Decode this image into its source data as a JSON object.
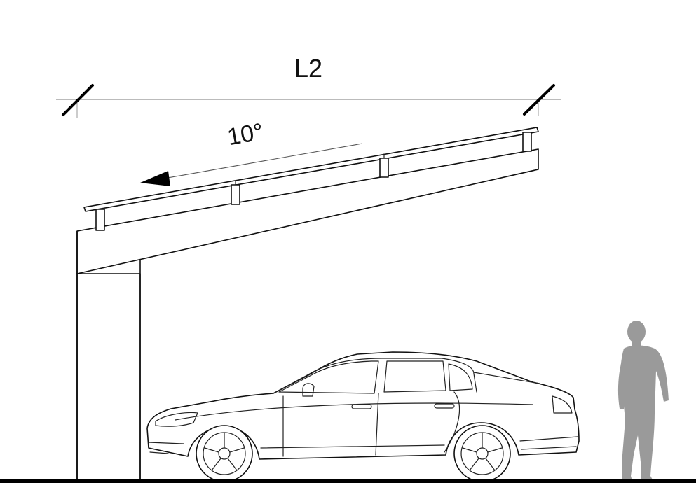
{
  "dimension": {
    "label": "L2"
  },
  "slope": {
    "label": "10°",
    "angle_deg": 10
  },
  "colors": {
    "line": "#111111",
    "dim_line": "#777777",
    "person": "#9a9a9a",
    "ground": "#000000"
  }
}
